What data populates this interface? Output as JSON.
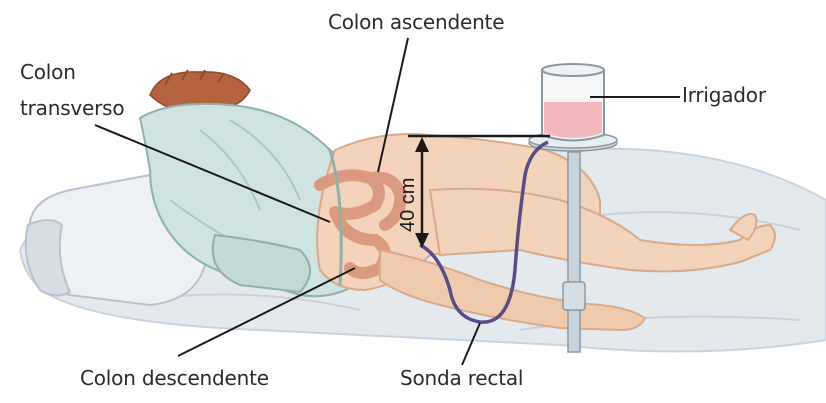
{
  "labels": {
    "colon_ascendente": "Colon ascendente",
    "colon_transverso_line1": "Colon",
    "colon_transverso_line2": "transverso",
    "irrigador": "Irrigador",
    "colon_descendente": "Colon descendente",
    "sonda_rectal": "Sonda rectal",
    "height": "40 cm"
  },
  "colors": {
    "sheet": "#e4e9ee",
    "sheet_shadow": "#c9d1da",
    "gown": "#cfe3e1",
    "gown_shadow": "#a9c7c4",
    "skin": "#f3d3ba",
    "skin_shadow": "#d9a98c",
    "hair": "#b5623f",
    "colon": "#d99a80",
    "fluid": "#f3b8bd",
    "tube": "#5a4c86",
    "pole": "#c9d4dc",
    "line": "#1a1a1a"
  }
}
